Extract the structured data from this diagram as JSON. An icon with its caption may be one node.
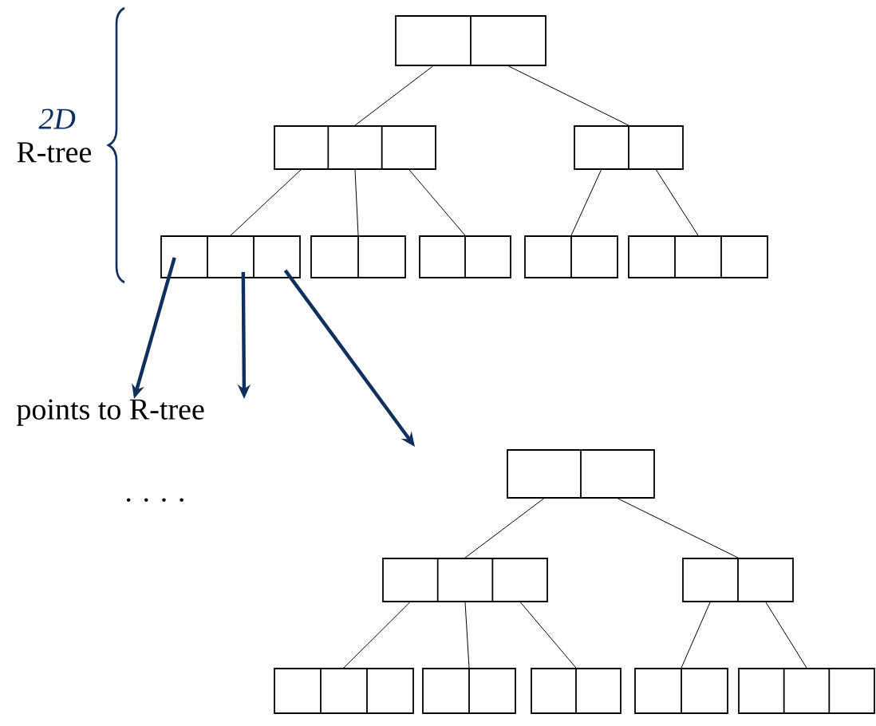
{
  "diagram": {
    "nodes": [
      {
        "text": [],
        "shape": "box"
      },
      {
        "text": [],
        "shape": "box"
      },
      {
        "text": [],
        "shape": "box"
      },
      {
        "text": [],
        "shape": "box"
      },
      {
        "text": [],
        "shape": "box"
      },
      {
        "text": [],
        "shape": "box"
      },
      {
        "text": [],
        "shape": "box"
      },
      {
        "text": [],
        "shape": "box"
      },
      {
        "text": [],
        "shape": "box"
      },
      {
        "text": [],
        "shape": "box"
      },
      {
        "text": [],
        "shape": "box"
      },
      {
        "text": [],
        "shape": "box"
      },
      {
        "text": [],
        "shape": "box"
      },
      {
        "text": [],
        "shape": "box"
      },
      {
        "text": [],
        "shape": "box"
      },
      {
        "text": [],
        "shape": "box"
      },
      {
        "text": [
          "points to R-tree"
        ]
      }
    ],
    "edges": [
      {
        "from": 0,
        "to": 1,
        "arrow": "none"
      },
      {
        "from": 0,
        "to": 2,
        "arrow": "none"
      },
      {
        "from": 1,
        "to": 3,
        "arrow": "none"
      },
      {
        "from": 1,
        "to": 4,
        "arrow": "none"
      },
      {
        "from": 1,
        "to": 5,
        "arrow": "none"
      },
      {
        "from": 2,
        "to": 6,
        "arrow": "none"
      },
      {
        "from": 2,
        "to": 7,
        "arrow": "none"
      },
      {
        "from": 8,
        "to": 9,
        "arrow": "none"
      },
      {
        "from": 8,
        "to": 10,
        "arrow": "none"
      },
      {
        "from": 9,
        "to": 11,
        "arrow": "none"
      },
      {
        "from": 9,
        "to": 12,
        "arrow": "none"
      },
      {
        "from": 9,
        "to": 13,
        "arrow": "none"
      },
      {
        "from": 10,
        "to": 14,
        "arrow": "none"
      },
      {
        "from": 10,
        "to": 15,
        "arrow": "none"
      },
      {
        "from": 3,
        "to": 16,
        "arrow": "to",
        "style": "thick",
        "color": "#0f2f5c"
      },
      {
        "from": 3,
        "to": 16,
        "arrow": "to",
        "style": "thick",
        "color": "#0f2f5c"
      },
      {
        "from": 3,
        "to": null,
        "arrow": "to",
        "style": "thick",
        "color": "#0f2f5c"
      }
    ],
    "labels": [
      "2D",
      "R-tree",
      ". . . ."
    ]
  }
}
